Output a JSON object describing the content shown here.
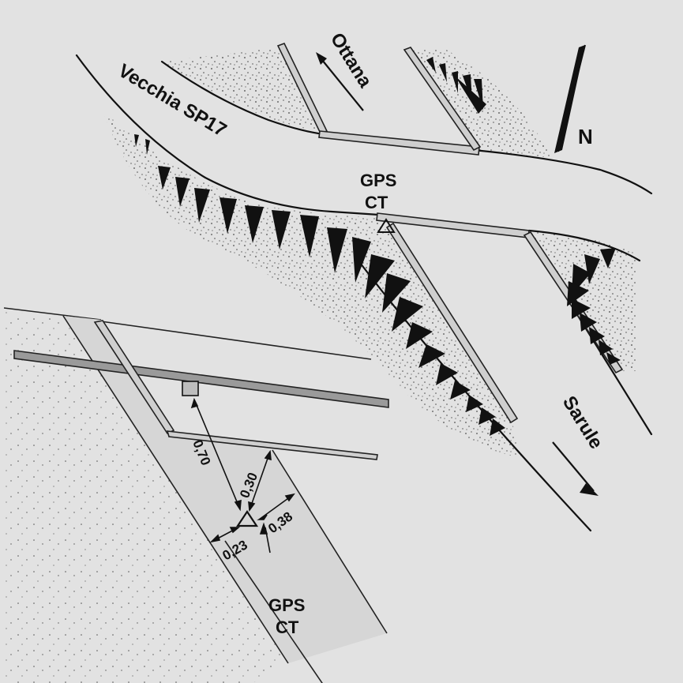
{
  "labels": {
    "road_name": "Vecchia SP17",
    "town_north": "Ottana",
    "town_south": "Sarule",
    "north": "N",
    "gps_main_line1": "GPS",
    "gps_main_line2": "CT",
    "gps_detail_line1": "GPS",
    "gps_detail_line2": "CT"
  },
  "measurements": {
    "d1": "0,70",
    "d2": "0,30",
    "d3": "0,38",
    "d4": "0,23"
  },
  "colors": {
    "background": "#e2e2e2",
    "ink": "#111111",
    "rail_fill": "#cfcfcf"
  }
}
